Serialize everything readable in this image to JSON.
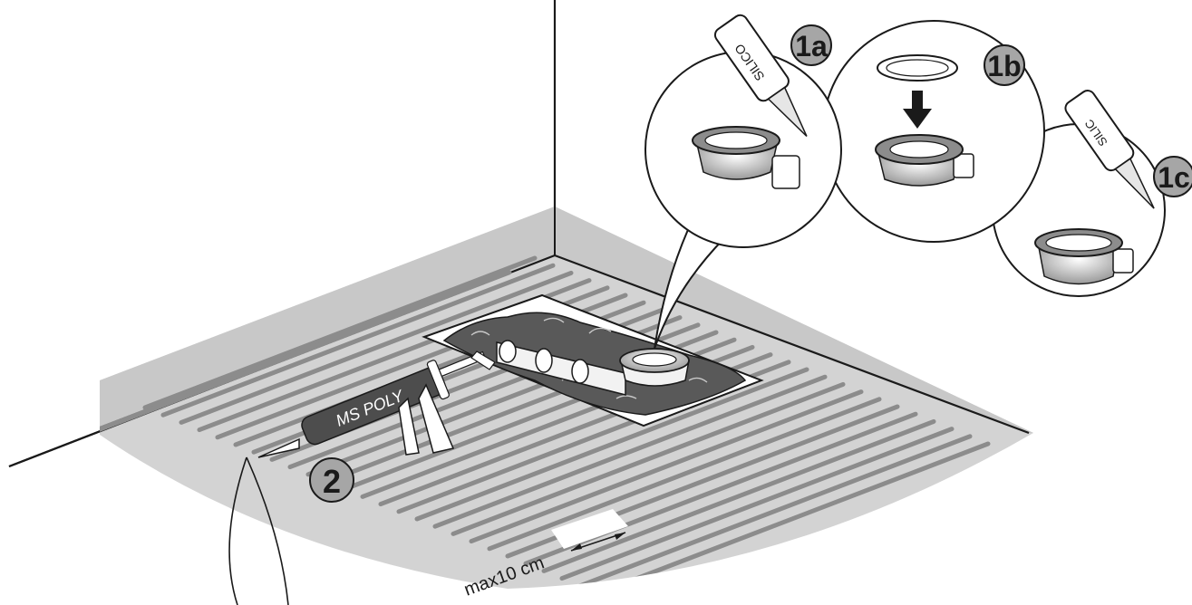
{
  "steps": {
    "s1a": "1a",
    "s1b": "1b",
    "s1c": "1c",
    "s2": "2"
  },
  "labels": {
    "silicone_tube_1a": "SILICO",
    "silicone_tube_1c": "SILIC",
    "gun": "MS POLY",
    "dimension": "max10 cm"
  },
  "colors": {
    "floor": "#d3d3d3",
    "beads": "#8c8c8c",
    "mortar": "#595959",
    "badge": "#a6a6a6",
    "ink": "#1a1a1a",
    "gun_body": "#4d4d4d"
  },
  "icons": [
    "silicone-tube-icon",
    "sealant-gun-icon",
    "drain-trap-icon",
    "seal-ring-icon",
    "down-arrow-icon"
  ]
}
